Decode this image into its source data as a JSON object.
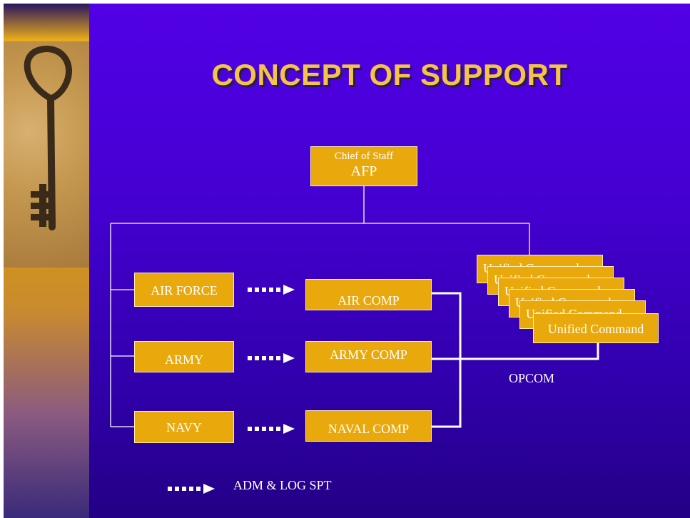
{
  "title": "CONCEPT OF SUPPORT",
  "top_node": {
    "line1": "Chief of Staff",
    "line2": "AFP"
  },
  "services": [
    "AIR FORCE",
    "ARMY",
    "NAVY"
  ],
  "components": [
    "AIR COMP",
    "ARMY COMP",
    "NAVAL COMP"
  ],
  "unified_command": "Unified Command",
  "opcom_label": "OPCOM",
  "legend_label": "ADM & LOG SPT",
  "colors": {
    "background": "#4400d0",
    "box_fill": "#e9a90c",
    "title": "#f5c24a",
    "lines": "#ffffff"
  }
}
